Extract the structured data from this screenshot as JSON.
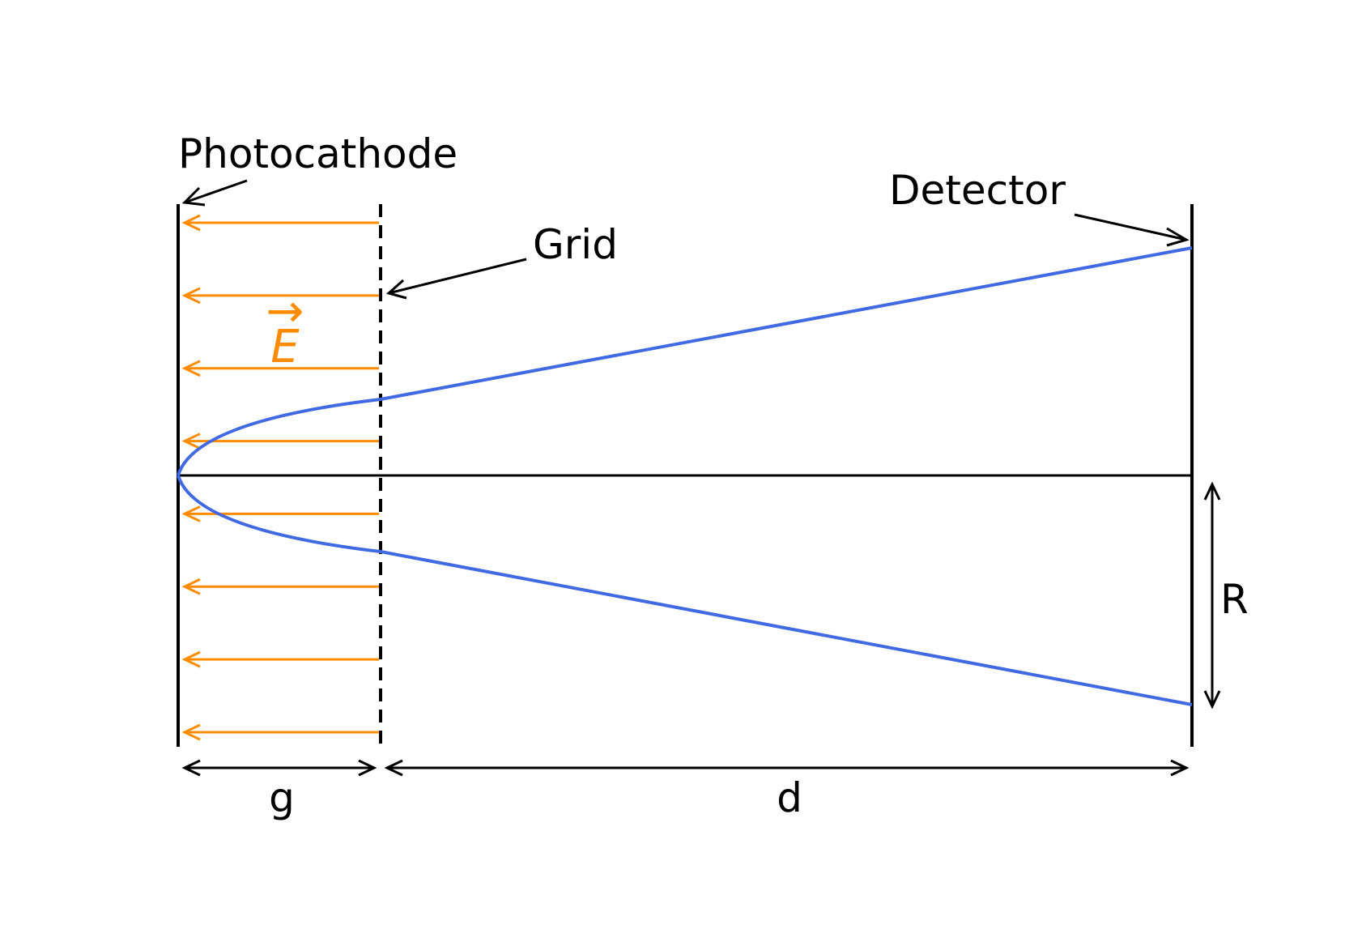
{
  "labels": {
    "photocathode": "Photocathode",
    "grid": "Grid",
    "detector": "Detector",
    "field": "E",
    "field_vector_mark": "→",
    "gap": "g",
    "drift": "d",
    "radius": "R"
  },
  "colors": {
    "plates": "#000000",
    "field_arrows": "#ff8c00",
    "trajectory": "#4169e1",
    "annotations": "#000000",
    "background": "#ffffff"
  },
  "field_arrow_count": 8
}
